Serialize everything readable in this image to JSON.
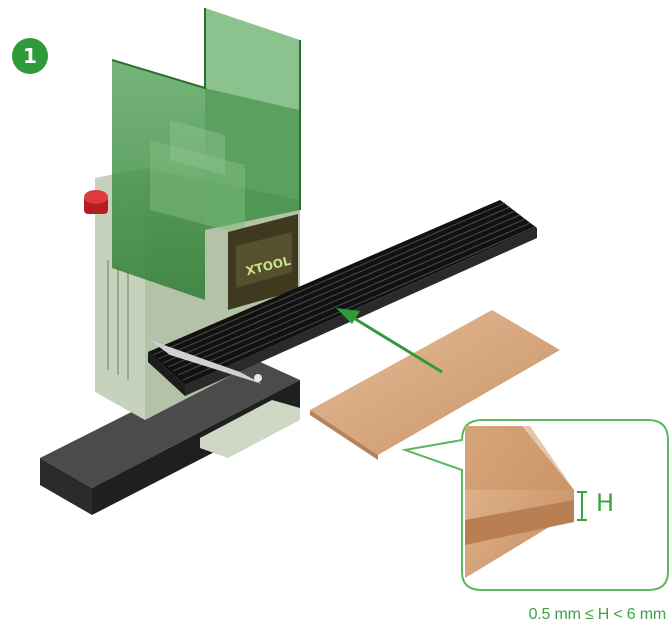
{
  "step": {
    "number": "1",
    "color": "#2f9a3a"
  },
  "machine": {
    "brand_text": "XTOOL",
    "shield_color": "#3b8a3e",
    "button_color": "#d7262b"
  },
  "callout": {
    "height_symbol": "H",
    "thickness_spec": "0.5 mm ≤ H < 6 mm",
    "accent_color": "#43a046"
  },
  "materials": {
    "wood_color": "#d4a07a"
  }
}
